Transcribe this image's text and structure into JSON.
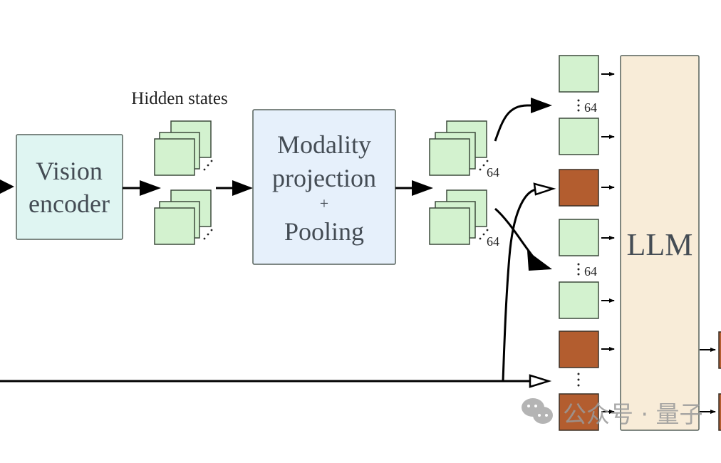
{
  "diagram": {
    "hidden_states_label": "Hidden states",
    "vision_encoder": {
      "line1": "Vision",
      "line2": "encoder"
    },
    "modality_projection": {
      "line1": "Modality",
      "line2": "projection",
      "line3": "+",
      "line4": "Pooling"
    },
    "pooled_count_top": "64",
    "pooled_count_bottom": "64",
    "sequence_count_1": "64",
    "sequence_count_2": "64",
    "llm_label": "LLM",
    "watermark": "公众号 · 量子"
  },
  "colors": {
    "vision_encoder_fill": "#dff5f2",
    "projection_fill": "#e6f0fb",
    "visual_token_fill": "#d3f2cf",
    "text_token_fill": "#b35d2f",
    "llm_fill": "#f8ecd8",
    "border": "#3c4a3c"
  }
}
